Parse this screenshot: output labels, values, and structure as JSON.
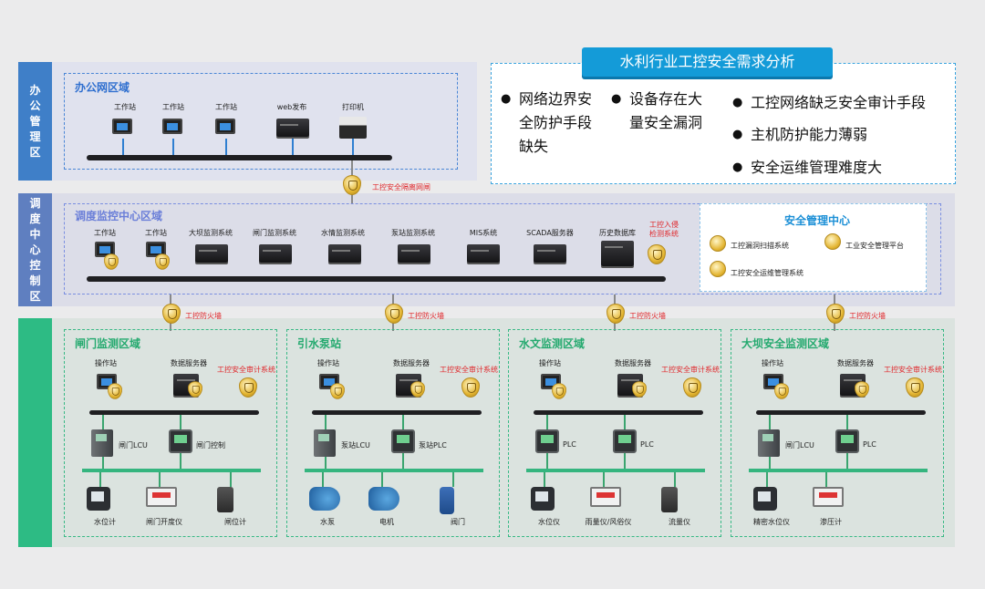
{
  "sides": {
    "office": "办公管理区",
    "dispatch": "调度中心控制区",
    "field": ""
  },
  "office": {
    "title": "办公网区域",
    "devices": [
      "工作站",
      "工作站",
      "工作站",
      "web发布",
      "打印机"
    ]
  },
  "isolation_label": "工控安全隔离网闸",
  "dispatch": {
    "title": "调度监控中心区域",
    "devices": [
      "工作站",
      "工作站",
      "大坝监测系统",
      "闸门监测系统",
      "水情监测系统",
      "泵站监测系统",
      "MIS系统",
      "SCADA服务器",
      "历史数据库"
    ],
    "ids_label": "工控入侵检测系统"
  },
  "needs": {
    "title": "水利行业工控安全需求分析",
    "items": [
      "网络边界安全防护手段缺失",
      "设备存在大量安全漏洞",
      "工控网络缺乏安全审计手段",
      "主机防护能力薄弱",
      "安全运维管理难度大"
    ]
  },
  "security_center": {
    "title": "安全管理中心",
    "items": [
      "工控漏洞扫描系统",
      "工业安全管理平台",
      "工控安全运维管理系统"
    ]
  },
  "firewall_label": "工控防火墙",
  "zones": [
    {
      "title": "闸门监测区域",
      "top": [
        "操作站",
        "数据服务器",
        "工控安全审计系统"
      ],
      "mid": [
        "闸门LCU",
        "闸门控制"
      ],
      "bottom": [
        "水位计",
        "闸门开度仪",
        "闸位计"
      ]
    },
    {
      "title": "引水泵站",
      "top": [
        "操作站",
        "数据服务器",
        "工控安全审计系统"
      ],
      "mid": [
        "泵站LCU",
        "泵站PLC"
      ],
      "bottom": [
        "水泵",
        "电机",
        "阀门"
      ]
    },
    {
      "title": "水文监测区域",
      "top": [
        "操作站",
        "数据服务器",
        "工控安全审计系统"
      ],
      "mid": [
        "PLC",
        "PLC"
      ],
      "bottom": [
        "水位仪",
        "雨量仪/风俗仪",
        "流量仪"
      ]
    },
    {
      "title": "大坝安全监测区域",
      "top": [
        "操作站",
        "数据服务器",
        "工控安全审计系统"
      ],
      "mid": [
        "闸门LCU",
        "PLC"
      ],
      "bottom": [
        "精密水位仪",
        "渗压计"
      ]
    }
  ]
}
